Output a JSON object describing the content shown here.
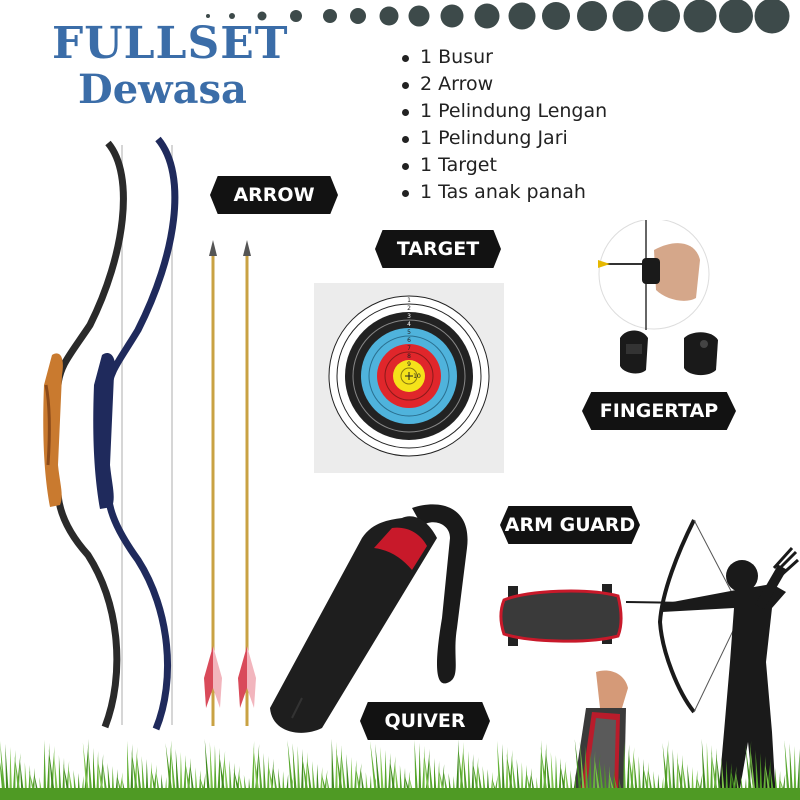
{
  "title": {
    "line1": "FULLSET",
    "line2": "Dewasa"
  },
  "contents": [
    "1 Busur",
    "2 Arrow",
    "1 Pelindung Lengan",
    "1 Pelindung Jari",
    "1 Target",
    "1 Tas anak panah"
  ],
  "labels": {
    "arrow": "ARROW",
    "target": "TARGET",
    "fingertap": "FINGERTAP",
    "arm_guard": "ARM GUARD",
    "quiver": "QUIVER"
  },
  "target_ring_numbers": [
    "1",
    "2",
    "3",
    "4",
    "5",
    "6",
    "7",
    "8",
    "9",
    "10"
  ],
  "colors": {
    "title": "#3b6da8",
    "label_bg": "#121212",
    "dots": "#3d4a4a",
    "grass": "#5faa2e"
  }
}
